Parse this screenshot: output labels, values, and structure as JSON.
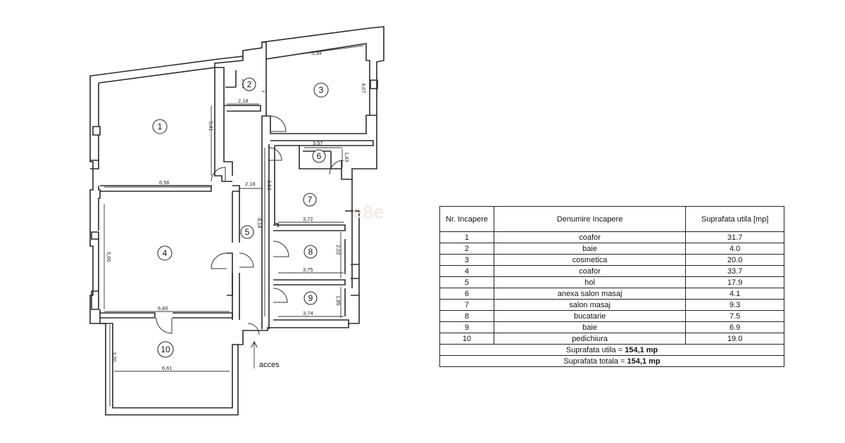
{
  "plan": {
    "access_label": "acces",
    "rooms": [
      {
        "num": "1"
      },
      {
        "num": "2"
      },
      {
        "num": "3"
      },
      {
        "num": "4"
      },
      {
        "num": "5"
      },
      {
        "num": "6"
      },
      {
        "num": "7"
      },
      {
        "num": "8"
      },
      {
        "num": "9"
      },
      {
        "num": "10"
      }
    ],
    "dimensions": {
      "d_5_34": "5,34",
      "d_2_21": "2,21",
      "d_2_18": "2,18",
      "d_4_07": "4,07",
      "d_5_41": "5,41",
      "d_3_57": "3,57",
      "d_1_43": "1,43",
      "d_6_56": "6,56",
      "d_2_18b": "2,18",
      "d_3_53": "3,53",
      "d_8_18": "8,18",
      "d_3_72": "3,72",
      "d_5_00": "5,00",
      "d_2_02": "2,02",
      "d_3_75": "3,75",
      "d_1_85": "1,85",
      "d_3_74": "3,74",
      "d_6_60": "6,60",
      "d_3_20": "3,20",
      "d_6_61": "6,61"
    }
  },
  "watermark": "e8e",
  "table": {
    "headers": [
      "Nr. Incapere",
      "Denumire Incapere",
      "Suprafata utila [mp]"
    ],
    "rows": [
      {
        "nr": "1",
        "name": "coafor",
        "area": "31.7"
      },
      {
        "nr": "2",
        "name": "baie",
        "area": "4.0"
      },
      {
        "nr": "3",
        "name": "cosmetica",
        "area": "20.0"
      },
      {
        "nr": "4",
        "name": "coafor",
        "area": "33.7"
      },
      {
        "nr": "5",
        "name": "hol",
        "area": "17.9"
      },
      {
        "nr": "6",
        "name": "anexa salon masaj",
        "area": "4.1"
      },
      {
        "nr": "7",
        "name": "salon masaj",
        "area": "9.3"
      },
      {
        "nr": "8",
        "name": "bucatarie",
        "area": "7.5"
      },
      {
        "nr": "9",
        "name": "baie",
        "area": "6.9"
      },
      {
        "nr": "10",
        "name": "pedichiura",
        "area": "19.0"
      }
    ],
    "footer": {
      "useful_label": "Suprafata utila = ",
      "useful_value": "154,1 mp",
      "total_label": "Suprafata totala = ",
      "total_value": "154,1 mp"
    }
  }
}
